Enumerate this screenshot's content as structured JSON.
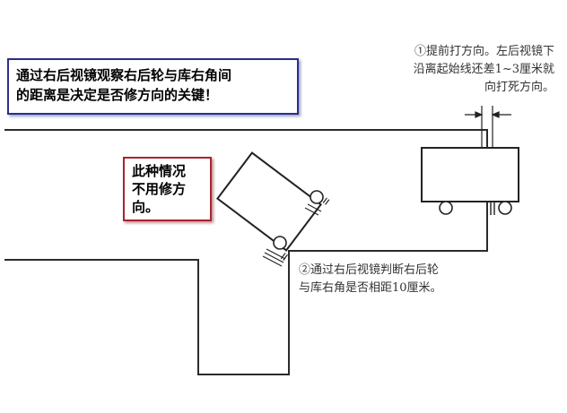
{
  "callouts": {
    "key_point": [
      "通过右后视镜观察右后轮与库右角间",
      "的距离是决定是否修方向的关键！"
    ],
    "no_correction": [
      "此种情况",
      "不用修方",
      "向。"
    ]
  },
  "notes": {
    "step1": [
      "①提前打方向。左后视镜下",
      "沿离起始线还差1~3厘米就",
      "向打死方向。"
    ],
    "step2": [
      "②通过右后视镜判断右后轮",
      "与库右角是否相距10厘米。"
    ]
  },
  "colors": {
    "road_line": "#2b2b2b",
    "key_box_border": "#2a2f8c",
    "no_correction_box_border": "#a8252c",
    "car_outline": "#222222"
  }
}
